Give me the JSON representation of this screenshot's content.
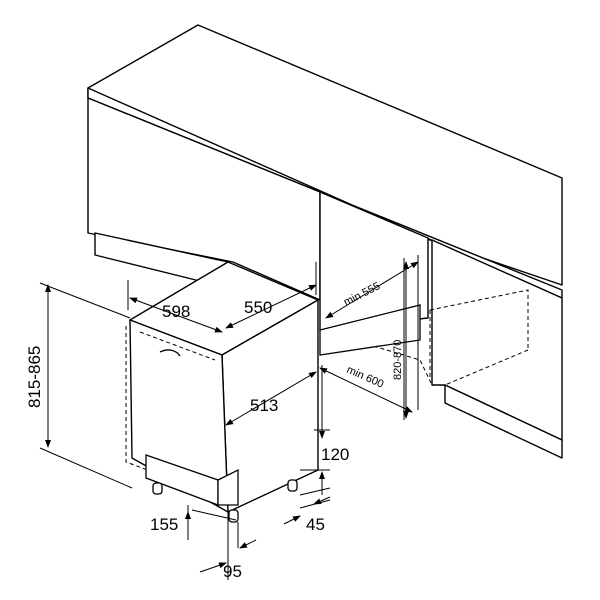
{
  "dimensions": {
    "width": "598",
    "depth": "550",
    "inner_depth": "513",
    "height_range": "815-865",
    "plinth_height": "120",
    "foot_offset": "45",
    "foot_height": "155",
    "foot_inset": "95",
    "niche_depth_min": "min 555",
    "niche_width_min": "min 600",
    "niche_height_range": "820-870"
  },
  "colors": {
    "line": "#000000",
    "background": "#ffffff"
  }
}
